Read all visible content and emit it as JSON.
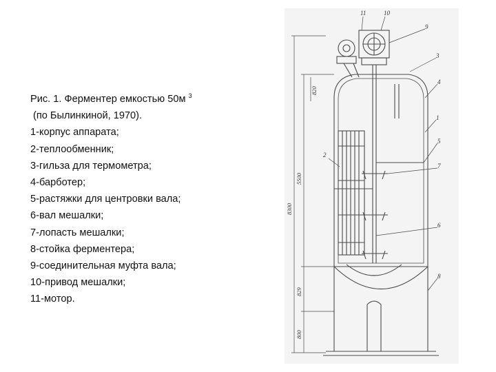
{
  "caption": {
    "title": "Рис. 1. Ферментер емкостью 50м",
    "title_sup": "3",
    "source": "(по Былинкиной, 1970).",
    "items": [
      "1-корпус аппарата;",
      "2-теплообменник;",
      "3-гильза для термометра;",
      "4-барботер;",
      "5-растяжки для центровки вала;",
      "6-вал мешалки;",
      "7-лопасть мешалки;",
      "8-стойка ферментера;",
      "9-соединительная муфта вала;",
      "10-привод мешалки;",
      "11-мотор."
    ]
  },
  "figure": {
    "part_labels": [
      "11",
      "10",
      "9",
      "3",
      "4",
      "1",
      "5",
      "7",
      "6",
      "8",
      "2"
    ],
    "dimensions": [
      "820",
      "5500",
      "8300",
      "829",
      "800"
    ]
  }
}
